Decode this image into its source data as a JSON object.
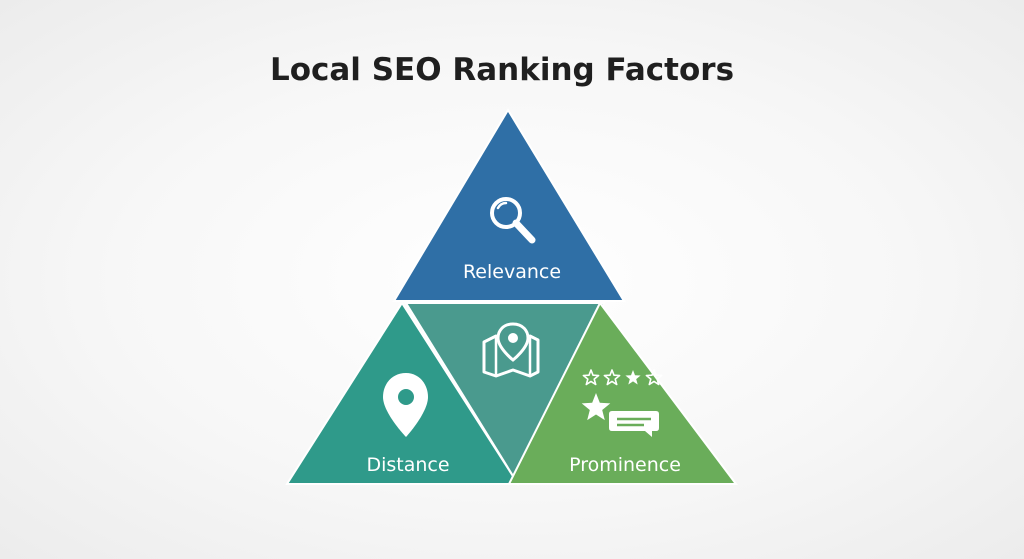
{
  "title": "Local SEO Ranking Factors",
  "segments": {
    "relevance": {
      "label": "Relevance",
      "color": "#2f6fa6",
      "icon": "magnifier-icon"
    },
    "distance": {
      "label": "Distance",
      "color": "#2f9a8a",
      "icon": "location-pin-icon"
    },
    "center": {
      "label": "",
      "color": "#4a9a8e",
      "icon": "map-pin-icon"
    },
    "prominence": {
      "label": "Prominence",
      "color": "#6aad5a",
      "icon": "star-review-icon"
    }
  },
  "rating_stars": {
    "filled": 1,
    "total": 4
  }
}
